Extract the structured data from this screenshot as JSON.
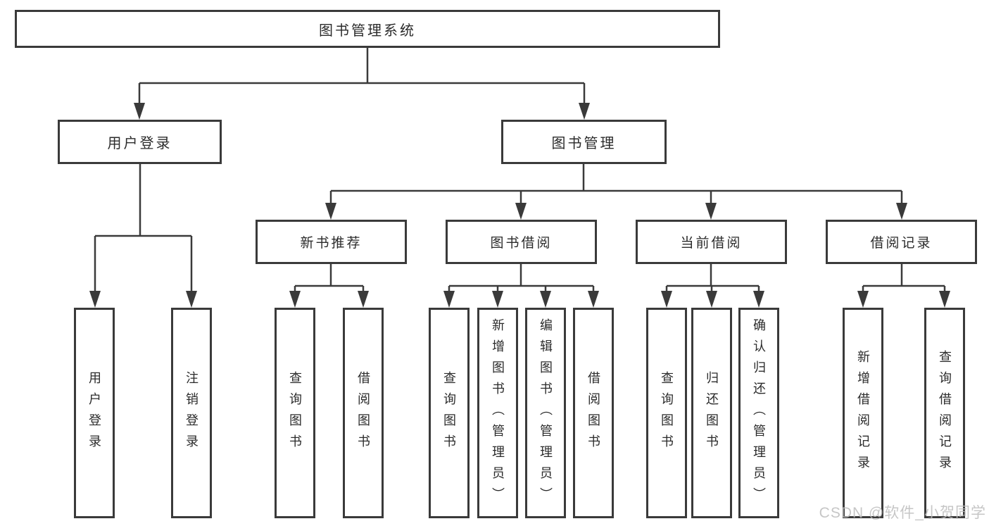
{
  "tree": {
    "root": "图书管理系统",
    "children": [
      {
        "label": "用户登录",
        "children": [
          {
            "label": "用户登录"
          },
          {
            "label": "注销登录"
          }
        ]
      },
      {
        "label": "图书管理",
        "children": [
          {
            "label": "新书推荐",
            "children": [
              {
                "label": "查询图书"
              },
              {
                "label": "借阅图书"
              }
            ]
          },
          {
            "label": "图书借阅",
            "children": [
              {
                "label": "查询图书"
              },
              {
                "label": "新增图书（管理员）"
              },
              {
                "label": "编辑图书（管理员）"
              },
              {
                "label": "借阅图书"
              }
            ]
          },
          {
            "label": "当前借阅",
            "children": [
              {
                "label": "查询图书"
              },
              {
                "label": "归还图书"
              },
              {
                "label": "确认归还（管理员）"
              }
            ]
          },
          {
            "label": "借阅记录",
            "children": [
              {
                "label": "新增借阅记录"
              },
              {
                "label": "查询借阅记录"
              }
            ]
          }
        ]
      }
    ]
  },
  "watermark": {
    "text": "CSDN @软件_小贺同学"
  },
  "colors": {
    "line": "#3a3a3a",
    "text": "#2b2b2b",
    "watermark": "#bdbdbd",
    "background": "#ffffff"
  }
}
